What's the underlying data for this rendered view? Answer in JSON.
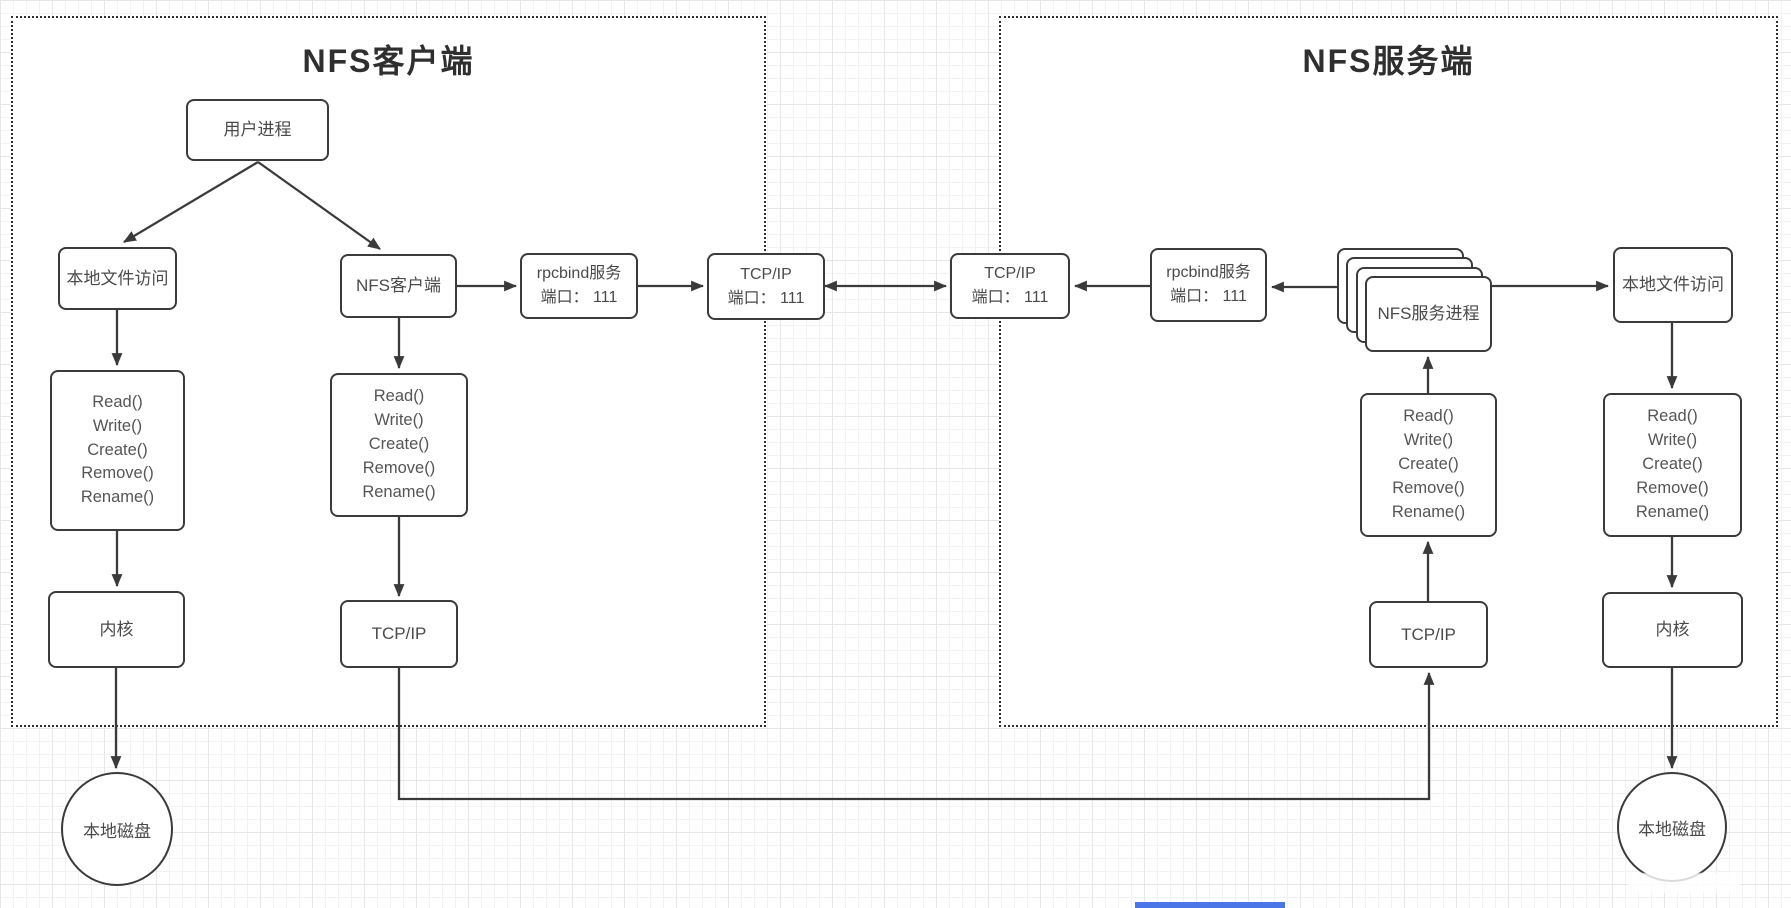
{
  "client": {
    "title": "NFS客户端",
    "nodes": {
      "user_process": "用户进程",
      "local_file": "本地文件访问",
      "nfs_client": "NFS客户端",
      "rpcbind": [
        "rpcbind服务",
        "端口： 111"
      ],
      "tcpip_port": [
        "TCP/IP",
        "端口： 111"
      ],
      "kernel": "内核",
      "tcpip": "TCP/IP",
      "disk": "本地磁盘"
    }
  },
  "server": {
    "title": "NFS服务端",
    "nodes": {
      "tcpip_port": [
        "TCP/IP",
        "端口： 111"
      ],
      "rpcbind": [
        "rpcbind服务",
        "端口： 111"
      ],
      "nfs_process": "NFS服务进程",
      "local_file": "本地文件访问",
      "tcpip": "TCP/IP",
      "kernel": "内核",
      "disk": "本地磁盘"
    }
  },
  "syscalls": [
    "Read()",
    "Write()",
    "Create()",
    "Remove()",
    "Rename()"
  ],
  "colors": {
    "wire": "#3a3a3a",
    "box_border": "#3b3b3b",
    "grid_line": "#e7e7e7",
    "accent_bar": "#4b76e8"
  }
}
